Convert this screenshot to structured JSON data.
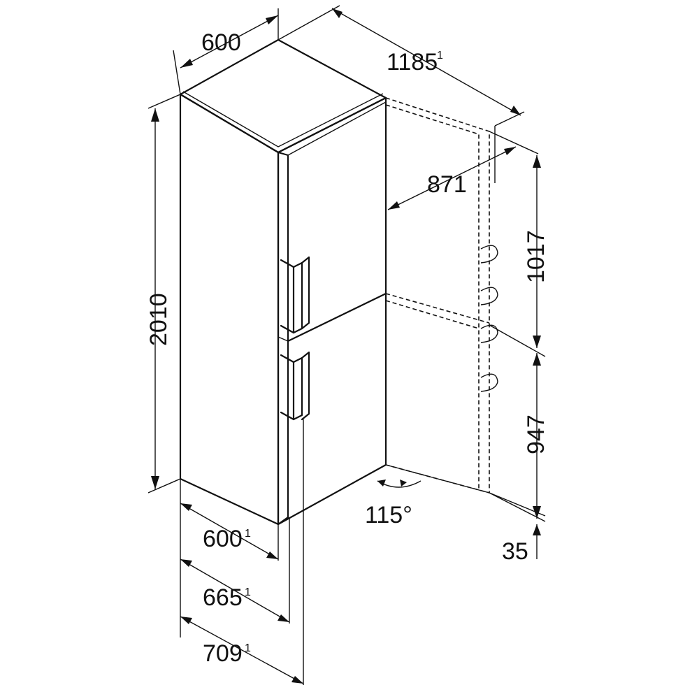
{
  "diagram": {
    "line_color": "#111111",
    "background": "#ffffff",
    "dimensions": {
      "top_width": {
        "value": "600"
      },
      "total_depth_open": {
        "value": "1185",
        "note": "1"
      },
      "door_open_depth": {
        "value": "871"
      },
      "upper_door_height": {
        "value": "1017"
      },
      "lower_door_height": {
        "value": "947"
      },
      "floor_gap": {
        "value": "35"
      },
      "height": {
        "value": "2010"
      },
      "depth_body": {
        "value": "600",
        "note": "1"
      },
      "depth_with_door": {
        "value": "665",
        "note": "1"
      },
      "depth_with_handle": {
        "value": "709",
        "note": "1"
      },
      "door_angle": {
        "value": "115°"
      }
    }
  }
}
